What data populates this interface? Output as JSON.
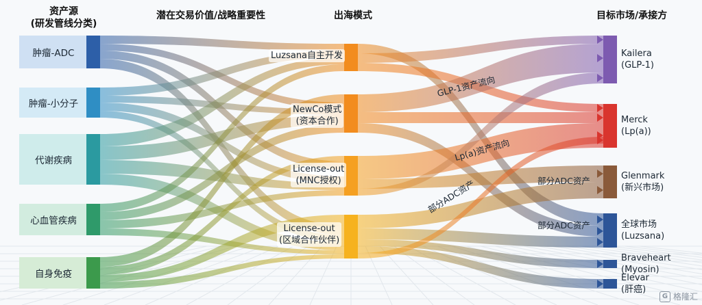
{
  "headers": {
    "sources": "资产源\n(研发管线分类)",
    "value": "潜在交易价值/战略重要性",
    "modes": "出海模式",
    "targets": "目标市场/承接方"
  },
  "sources": [
    {
      "id": "s1",
      "label": "肿瘤-ADC",
      "color": "#2d5fa8",
      "tint": "#cfe0f3"
    },
    {
      "id": "s2",
      "label": "肿瘤-小分子",
      "color": "#2f8ec4",
      "tint": "#d4eaf6"
    },
    {
      "id": "s3",
      "label": "代谢疾病",
      "color": "#2b9aa0",
      "tint": "#cfeceb"
    },
    {
      "id": "s4",
      "label": "心血管疾病",
      "color": "#2f9a6a",
      "tint": "#d2ecdf"
    },
    {
      "id": "s5",
      "label": "自身免疫",
      "color": "#3c9a4c",
      "tint": "#d6ecd6"
    }
  ],
  "modes": [
    {
      "id": "m1",
      "label": "Luzsana自主开发",
      "color": "#f28c1e"
    },
    {
      "id": "m2",
      "label": "NewCo模式\n(资本合作)",
      "color": "#f28c1e"
    },
    {
      "id": "m3",
      "label": "License-out\n(MNC授权)",
      "color": "#f5a021"
    },
    {
      "id": "m4",
      "label": "License-out\n(区域合作伙伴)",
      "color": "#f6b21f"
    }
  ],
  "targets": [
    {
      "id": "t1",
      "label": "Kailera\n(GLP-1)",
      "color": "#7d5bb0"
    },
    {
      "id": "t2",
      "label": "Merck\n(Lp(a))",
      "color": "#d9352e"
    },
    {
      "id": "t3",
      "label": "Glenmark\n(新兴市场)",
      "color": "#8a5a3a"
    },
    {
      "id": "t4",
      "label": "全球市场\n(Luzsana)",
      "color": "#2d5598"
    },
    {
      "id": "t5",
      "label": "Braveheart\n(Myosin)",
      "color": "#2d5598"
    },
    {
      "id": "t6",
      "label": "Elevar\n(肝癌)",
      "color": "#2d5598"
    }
  ],
  "flow_labels": {
    "glp1": "GLP-1资产流向",
    "lpa": "Lp(a)资产流向",
    "adc_mid": "部分ADC资产",
    "adc_glenmark": "部分ADC资产",
    "adc_global": "部分ADC资产"
  },
  "watermark": "格隆汇"
}
